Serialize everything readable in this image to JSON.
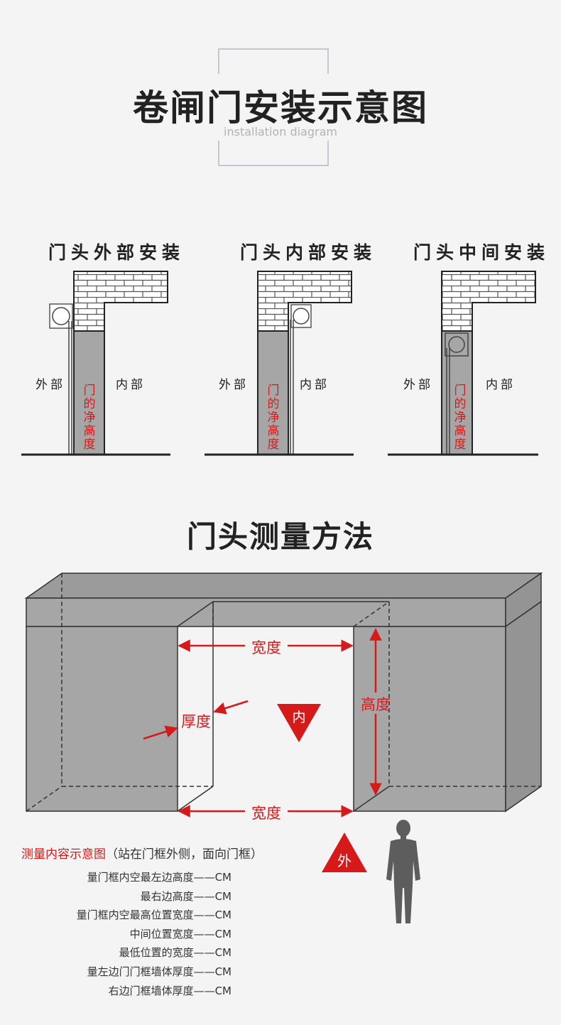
{
  "header": {
    "title": "卷闸门安装示意图",
    "subtitle": "installation diagram"
  },
  "panels": [
    {
      "title": "门头外部安装",
      "outside": "外部",
      "inside": "内部",
      "height_label": "门的净高度"
    },
    {
      "title": "门头内部安装",
      "outside": "外部",
      "inside": "内部",
      "height_label": "门的净高度"
    },
    {
      "title": "门头中间安装",
      "outside": "外部",
      "inside": "内部",
      "height_label": "门的净高度"
    }
  ],
  "measure": {
    "title": "门头测量方法",
    "width_top": "宽度",
    "width_bottom": "宽度",
    "height": "高度",
    "thickness": "厚度",
    "inside_marker": "内",
    "outside_marker": "外"
  },
  "legend": {
    "head_red": "测量内容示意图",
    "head_note": "（站在门框外侧，面向门框）",
    "lines": [
      "量门框内空最左边高度——CM",
      "最右边高度——CM",
      "量门框内空最高位置宽度——CM",
      "中间位置宽度——CM",
      "最低位置的宽度——CM",
      "量左边门门框墙体厚度——CM",
      "右边门框墙体厚度——CM"
    ]
  },
  "colors": {
    "accent_red": "#d61a1a",
    "wall_gray": "#a6a6a6",
    "text_dark": "#222222"
  }
}
